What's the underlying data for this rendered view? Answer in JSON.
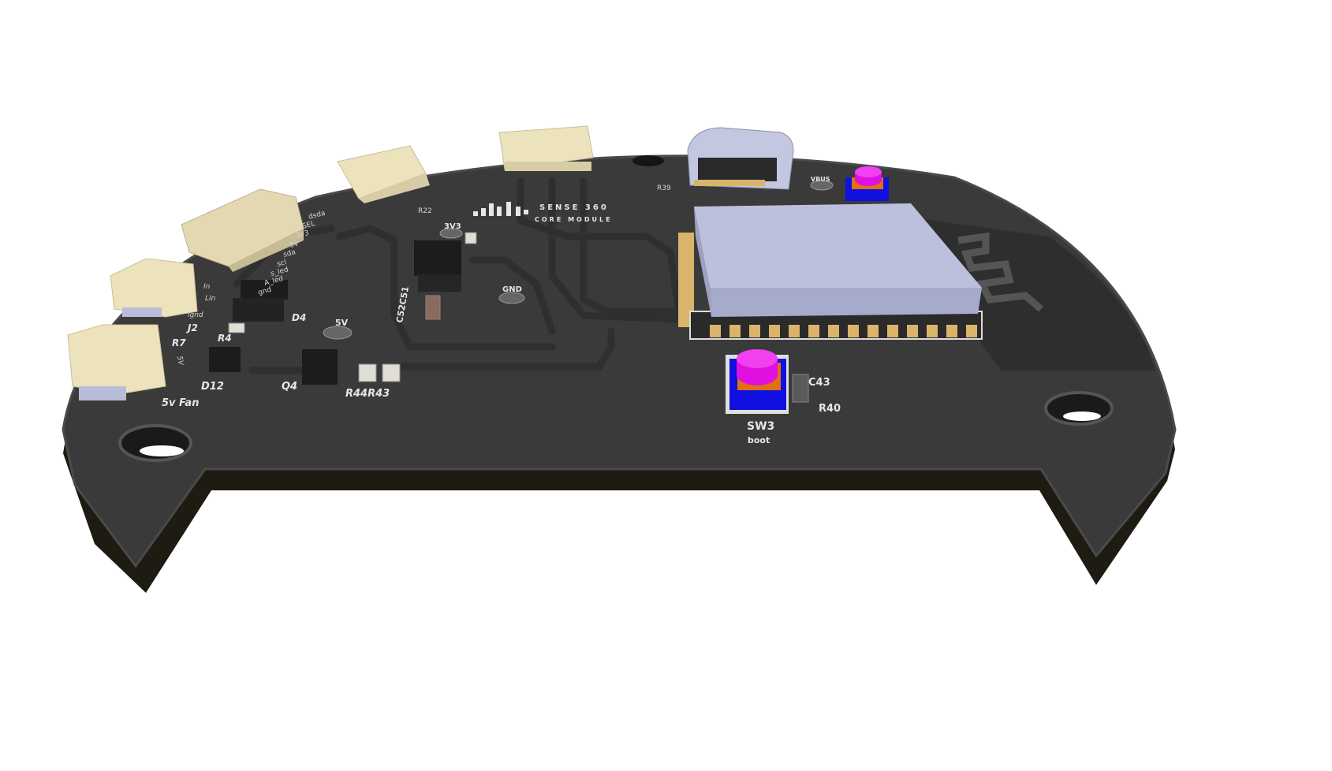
{
  "board": {
    "logo_line1": "SENSE 360",
    "logo_line2": "CORE MODULE",
    "colors": {
      "soldermask": "#3a3a3a",
      "edge": "#1e1b12",
      "silkscreen": "#e6e6e6",
      "connector": "#ece3bd",
      "module_shield": "#bcc0dc",
      "button_body": "#1010e0",
      "button_cap": "#e010e0",
      "pad": "#d9b46a"
    }
  },
  "labels": {
    "v3v3": "3V3",
    "gnd": "GND",
    "v5": "5V",
    "vbus": "VBUS",
    "j2": "J2",
    "r7": "R7",
    "r4": "R4",
    "d4": "D4",
    "d12": "D12",
    "q4": "Q4",
    "r44r43": "R44R43",
    "fan": "5v Fan",
    "sw3": "SW3",
    "boot": "boot",
    "c43": "C43",
    "r40": "R40",
    "r39": "R39",
    "r22": "R22",
    "c52c51": "C52C51",
    "pin_in": "In",
    "pin_lin": "Lin",
    "pin_lgnd": "lgnd",
    "pin_5v": "5V"
  },
  "connector_pins": [
    "dsda",
    "SEL",
    "3v3",
    "5v",
    "sda",
    "scl",
    "s_led",
    "A_led",
    "gnd"
  ]
}
